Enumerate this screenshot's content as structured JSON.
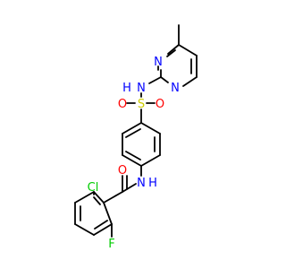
{
  "molecule": {
    "atoms": {
      "n_pyrimidine_top": {
        "symbol": "N",
        "color": "#0000ff"
      },
      "n_pyrimidine_bottom": {
        "symbol": "N",
        "color": "#0000ff"
      },
      "n_sulfonamide": {
        "symbol": "NH",
        "text": "N",
        "color": "#0000ff"
      },
      "h_sulfonamide": {
        "symbol": "H",
        "color": "#0000ff"
      },
      "s_sulfonyl": {
        "symbol": "S",
        "color": "#cccc00"
      },
      "o_sulfonyl_left": {
        "symbol": "O",
        "color": "#ff0000"
      },
      "o_sulfonyl_right": {
        "symbol": "O",
        "color": "#ff0000"
      },
      "n_amide": {
        "symbol": "N",
        "color": "#0000ff"
      },
      "h_amide": {
        "symbol": "H",
        "color": "#0000ff"
      },
      "o_carbonyl": {
        "symbol": "O",
        "color": "#ff0000"
      },
      "cl": {
        "symbol": "Cl",
        "color": "#00cc00"
      },
      "f": {
        "symbol": "F",
        "color": "#00cc00"
      }
    }
  }
}
